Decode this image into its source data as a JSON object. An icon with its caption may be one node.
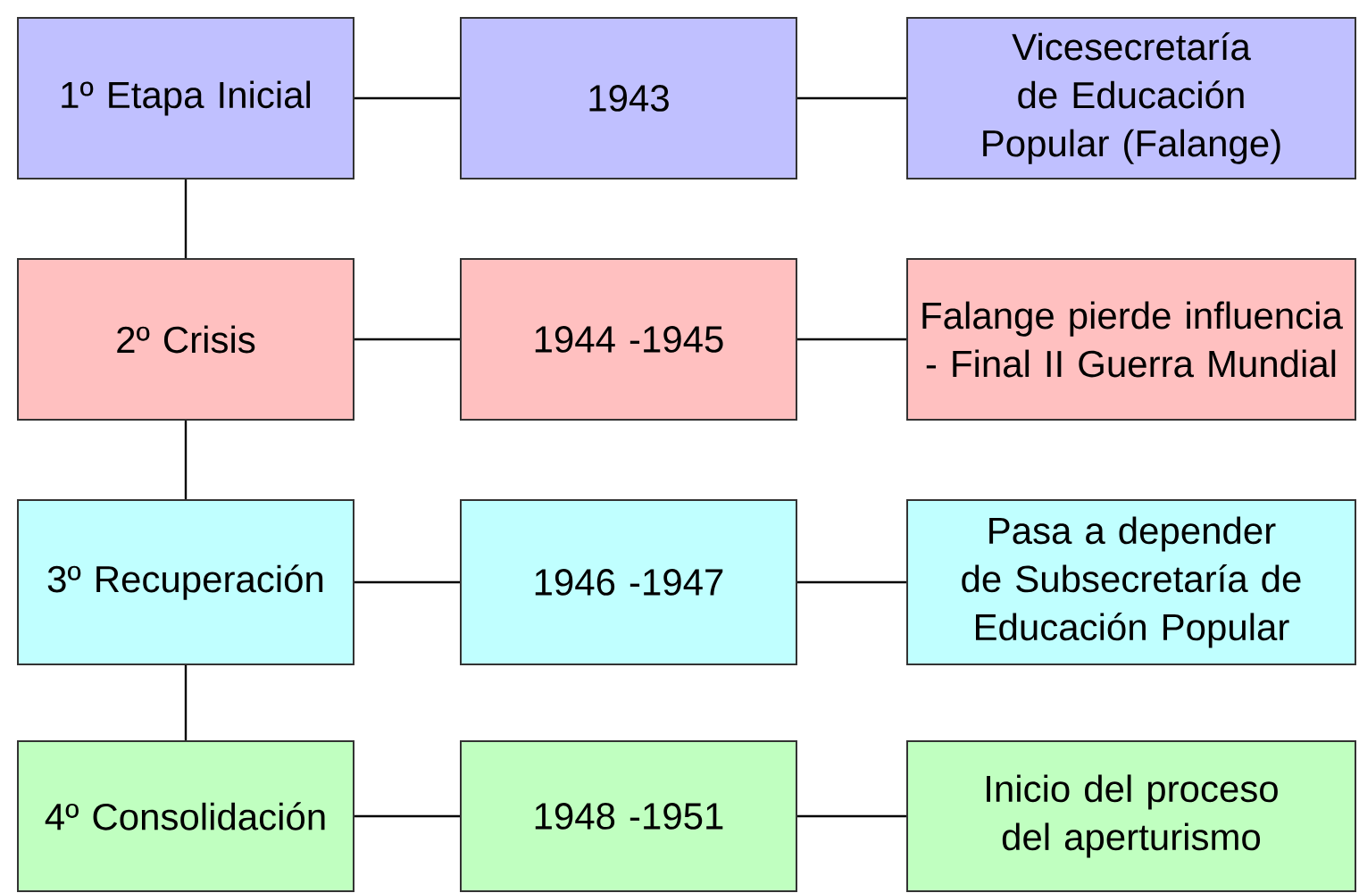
{
  "diagram": {
    "nodes": [
      {
        "text": [
          "1º Etapa Inicial"
        ]
      },
      {
        "text": [
          "1943"
        ]
      },
      {
        "text": [
          "Vicesecretaría de Educación Popular (Falange)"
        ]
      },
      {
        "text": [
          "2º Crisis"
        ]
      },
      {
        "text": [
          "1944 -1945"
        ]
      },
      {
        "text": [
          "Falange pierde influencia - Final II Guerra Mundial"
        ]
      },
      {
        "text": [
          "3º Recuperación"
        ]
      },
      {
        "text": [
          "1946 -1947"
        ]
      },
      {
        "text": [
          "Pasa a depender de Subsecretaría de Educación Popular"
        ]
      },
      {
        "text": [
          "4º Consolidación"
        ]
      },
      {
        "text": [
          "1948 -1951"
        ]
      },
      {
        "text": [
          "Inicio del proceso del aperturismo"
        ]
      }
    ],
    "edges": [
      {
        "from": 0,
        "to": 1,
        "arrow": "none"
      },
      {
        "from": 1,
        "to": 2,
        "arrow": "none"
      },
      {
        "from": 0,
        "to": 3,
        "arrow": "none"
      },
      {
        "from": 3,
        "to": 4,
        "arrow": "none"
      },
      {
        "from": 4,
        "to": 5,
        "arrow": "none"
      },
      {
        "from": 3,
        "to": 6,
        "arrow": "none"
      },
      {
        "from": 6,
        "to": 7,
        "arrow": "none"
      },
      {
        "from": 7,
        "to": 8,
        "arrow": "none"
      },
      {
        "from": 6,
        "to": 9,
        "arrow": "none"
      },
      {
        "from": 9,
        "to": 10,
        "arrow": "none"
      },
      {
        "from": 10,
        "to": 11,
        "arrow": "none"
      }
    ]
  }
}
